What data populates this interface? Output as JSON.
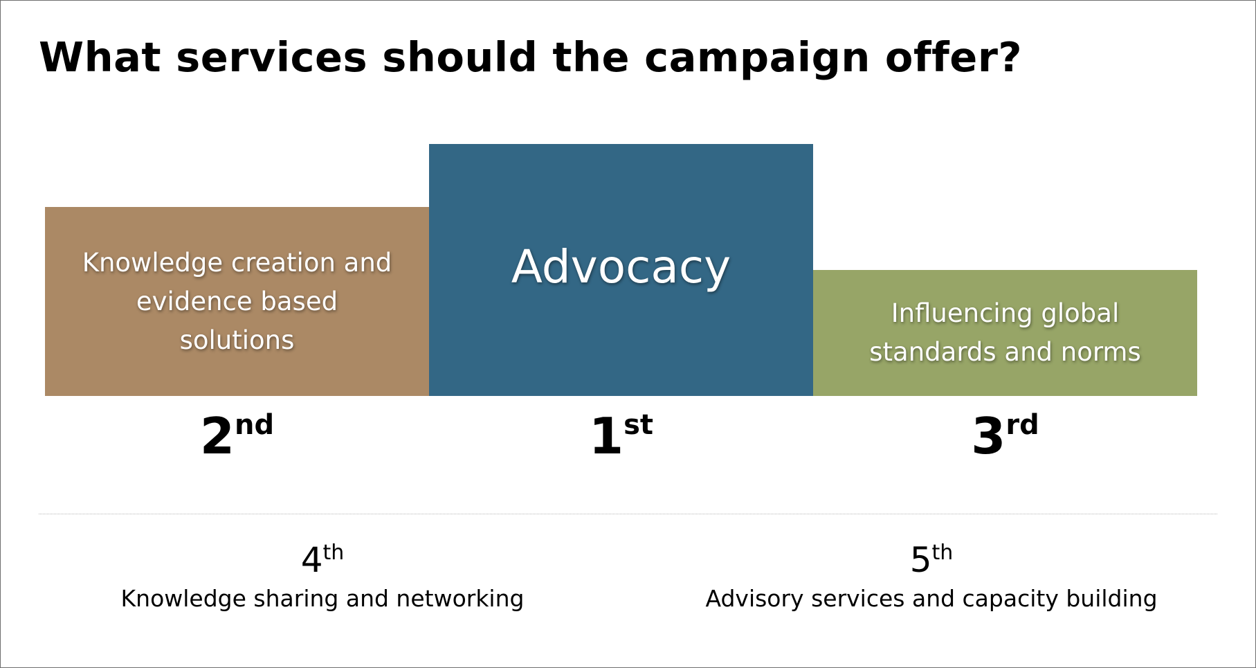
{
  "title": "What services should the campaign offer?",
  "podium": [
    {
      "label": "Knowledge creation and evidence based solutions",
      "rank_number": "2",
      "rank_suffix": "nd",
      "color": "#AB8965"
    },
    {
      "label": "Advocacy",
      "rank_number": "1",
      "rank_suffix": "st",
      "color": "#336785"
    },
    {
      "label": "Influencing global standards and norms",
      "rank_number": "3",
      "rank_suffix": "rd",
      "color": "#97A567"
    }
  ],
  "others": [
    {
      "rank_number": "4",
      "rank_suffix": "th",
      "label": "Knowledge sharing and networking"
    },
    {
      "rank_number": "5",
      "rank_suffix": "th",
      "label": "Advisory services and capacity building"
    }
  ]
}
